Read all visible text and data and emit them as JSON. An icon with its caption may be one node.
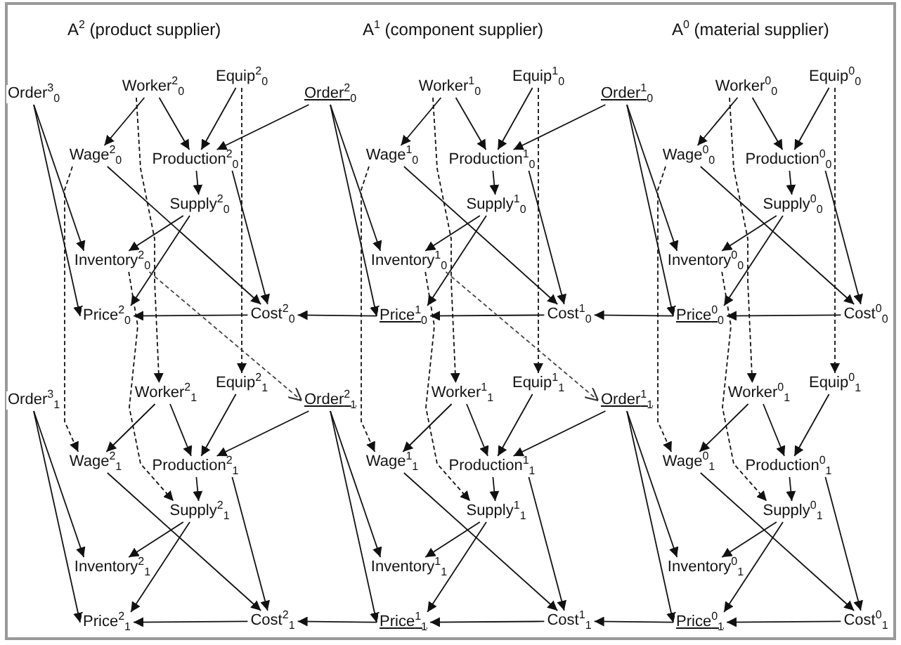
{
  "diagram": {
    "nodes": [
      {
        "text": [
          "Order$^{3}$$_{0}$"
        ]
      },
      {
        "text": [
          "Worker$^{2}$$_{0}$"
        ]
      },
      {
        "text": [
          "Equip$^{2}$$_{0}$"
        ]
      },
      {
        "text": [
          "Wage$^{2}$$_{0}$"
        ]
      },
      {
        "text": [
          "Production$^{2}$$_{0}$"
        ]
      },
      {
        "text": [
          "Supply$^{2}$$_{0}$"
        ]
      },
      {
        "text": [
          "Inventory$^{2}$$_{0}$"
        ]
      },
      {
        "text": [
          "Price$^{2}$$_{0}$"
        ]
      },
      {
        "text": [
          "Cost$^{2}$$_{0}$"
        ]
      },
      {
        "text": [
          "Order$^{2}$$_{0}$"
        ]
      },
      {
        "text": [
          "Worker$^{1}$$_{0}$"
        ]
      },
      {
        "text": [
          "Equip$^{1}$$_{0}$"
        ]
      },
      {
        "text": [
          "Wage$^{1}$$_{0}$"
        ]
      },
      {
        "text": [
          "Production$^{1}$$_{0}$"
        ]
      },
      {
        "text": [
          "Supply$^{1}$$_{0}$"
        ]
      },
      {
        "text": [
          "Inventory$^{1}$$_{0}$"
        ]
      },
      {
        "text": [
          "Price$^{1}$$_{0}$"
        ]
      },
      {
        "text": [
          "Cost$^{1}$$_{0}$"
        ]
      },
      {
        "text": [
          "Order$^{1}$$_{0}$"
        ]
      },
      {
        "text": [
          "Worker$^{0}$$_{0}$"
        ]
      },
      {
        "text": [
          "Equip$^{0}$$_{0}$"
        ]
      },
      {
        "text": [
          "Wage$^{0}$$_{0}$"
        ]
      },
      {
        "text": [
          "Production$^{0}$$_{0}$"
        ]
      },
      {
        "text": [
          "Supply$^{0}$$_{0}$"
        ]
      },
      {
        "text": [
          "Inventory$^{0}$$_{0}$"
        ]
      },
      {
        "text": [
          "Price$^{0}$$_{0}$"
        ]
      },
      {
        "text": [
          "Cost$^{0}$$_{0}$"
        ]
      },
      {
        "text": [
          "Order$^{3}$$_{1}$"
        ]
      },
      {
        "text": [
          "Worker$^{2}$$_{1}$"
        ]
      },
      {
        "text": [
          "Equip$^{2}$$_{1}$"
        ]
      },
      {
        "text": [
          "Wage$^{2}$$_{1}$"
        ]
      },
      {
        "text": [
          "Production$^{2}$$_{1}$"
        ]
      },
      {
        "text": [
          "Supply$^{2}$$_{1}$"
        ]
      },
      {
        "text": [
          "Inventory$^{2}$$_{1}$"
        ]
      },
      {
        "text": [
          "Price$^{2}$$_{1}$"
        ]
      },
      {
        "text": [
          "Cost$^{2}$$_{1}$"
        ]
      },
      {
        "text": [
          "Order$^{2}$$_{1}$"
        ]
      },
      {
        "text": [
          "Worker$^{1}$$_{1}$"
        ]
      },
      {
        "text": [
          "Equip$^{1}$$_{1}$"
        ]
      },
      {
        "text": [
          "Wage$^{1}$$_{1}$"
        ]
      },
      {
        "text": [
          "Production$^{1}$$_{1}$"
        ]
      },
      {
        "text": [
          "Supply$^{1}$$_{1}$"
        ]
      },
      {
        "text": [
          "Inventory$^{1}$$_{1}$"
        ]
      },
      {
        "text": [
          "Price$^{1}$$_{1}$"
        ]
      },
      {
        "text": [
          "Cost$^{1}$$_{1}$"
        ]
      },
      {
        "text": [
          "Order$^{1}$$_{1}$"
        ]
      },
      {
        "text": [
          "Worker$^{0}$$_{1}$"
        ]
      },
      {
        "text": [
          "Equip$^{0}$$_{1}$"
        ]
      },
      {
        "text": [
          "Wage$^{0}$$_{1}$"
        ]
      },
      {
        "text": [
          "Production$^{0}$$_{1}$"
        ]
      },
      {
        "text": [
          "Supply$^{0}$$_{1}$"
        ]
      },
      {
        "text": [
          "Inventory$^{0}$$_{1}$"
        ]
      },
      {
        "text": [
          "Price$^{0}$$_{1}$"
        ]
      },
      {
        "text": [
          "Cost$^{0}$$_{1}$"
        ]
      }
    ],
    "edges": [
      {
        "from": 0,
        "to": 6,
        "arrow": "to"
      },
      {
        "from": 0,
        "to": 7,
        "arrow": "to"
      },
      {
        "from": 1,
        "to": 3,
        "arrow": "to"
      },
      {
        "from": 1,
        "to": 4,
        "arrow": "to"
      },
      {
        "from": 2,
        "to": 4,
        "arrow": "to"
      },
      {
        "from": 4,
        "to": 5,
        "arrow": "to"
      },
      {
        "from": 4,
        "to": 8,
        "arrow": "to"
      },
      {
        "from": 5,
        "to": 6,
        "arrow": "to"
      },
      {
        "from": 5,
        "to": 7,
        "arrow": "to"
      },
      {
        "from": 3,
        "to": 8,
        "arrow": "to"
      },
      {
        "from": 8,
        "to": 7,
        "arrow": "to"
      },
      {
        "from": 9,
        "to": 15,
        "arrow": "to"
      },
      {
        "from": 9,
        "to": 16,
        "arrow": "to"
      },
      {
        "from": 10,
        "to": 12,
        "arrow": "to"
      },
      {
        "from": 10,
        "to": 13,
        "arrow": "to"
      },
      {
        "from": 11,
        "to": 13,
        "arrow": "to"
      },
      {
        "from": 13,
        "to": 14,
        "arrow": "to"
      },
      {
        "from": 13,
        "to": 17,
        "arrow": "to"
      },
      {
        "from": 14,
        "to": 15,
        "arrow": "to"
      },
      {
        "from": 14,
        "to": 16,
        "arrow": "to"
      },
      {
        "from": 12,
        "to": 17,
        "arrow": "to"
      },
      {
        "from": 17,
        "to": 16,
        "arrow": "to"
      },
      {
        "from": 18,
        "to": 24,
        "arrow": "to"
      },
      {
        "from": 18,
        "to": 25,
        "arrow": "to"
      },
      {
        "from": 19,
        "to": 21,
        "arrow": "to"
      },
      {
        "from": 19,
        "to": 22,
        "arrow": "to"
      },
      {
        "from": 20,
        "to": 22,
        "arrow": "to"
      },
      {
        "from": 22,
        "to": 23,
        "arrow": "to"
      },
      {
        "from": 22,
        "to": 26,
        "arrow": "to"
      },
      {
        "from": 23,
        "to": 24,
        "arrow": "to"
      },
      {
        "from": 23,
        "to": 25,
        "arrow": "to"
      },
      {
        "from": 21,
        "to": 26,
        "arrow": "to"
      },
      {
        "from": 26,
        "to": 25,
        "arrow": "to"
      },
      {
        "from": 27,
        "to": 33,
        "arrow": "to"
      },
      {
        "from": 27,
        "to": 34,
        "arrow": "to"
      },
      {
        "from": 28,
        "to": 30,
        "arrow": "to"
      },
      {
        "from": 28,
        "to": 31,
        "arrow": "to"
      },
      {
        "from": 29,
        "to": 31,
        "arrow": "to"
      },
      {
        "from": 31,
        "to": 32,
        "arrow": "to"
      },
      {
        "from": 31,
        "to": 35,
        "arrow": "to"
      },
      {
        "from": 32,
        "to": 33,
        "arrow": "to"
      },
      {
        "from": 32,
        "to": 34,
        "arrow": "to"
      },
      {
        "from": 30,
        "to": 35,
        "arrow": "to"
      },
      {
        "from": 35,
        "to": 34,
        "arrow": "to"
      },
      {
        "from": 36,
        "to": 42,
        "arrow": "to"
      },
      {
        "from": 36,
        "to": 43,
        "arrow": "to"
      },
      {
        "from": 37,
        "to": 39,
        "arrow": "to"
      },
      {
        "from": 37,
        "to": 40,
        "arrow": "to"
      },
      {
        "from": 38,
        "to": 40,
        "arrow": "to"
      },
      {
        "from": 40,
        "to": 41,
        "arrow": "to"
      },
      {
        "from": 40,
        "to": 44,
        "arrow": "to"
      },
      {
        "from": 41,
        "to": 42,
        "arrow": "to"
      },
      {
        "from": 41,
        "to": 43,
        "arrow": "to"
      },
      {
        "from": 39,
        "to": 44,
        "arrow": "to"
      },
      {
        "from": 44,
        "to": 43,
        "arrow": "to"
      },
      {
        "from": 45,
        "to": 51,
        "arrow": "to"
      },
      {
        "from": 45,
        "to": 52,
        "arrow": "to"
      },
      {
        "from": 46,
        "to": 48,
        "arrow": "to"
      },
      {
        "from": 46,
        "to": 49,
        "arrow": "to"
      },
      {
        "from": 47,
        "to": 49,
        "arrow": "to"
      },
      {
        "from": 49,
        "to": 50,
        "arrow": "to"
      },
      {
        "from": 49,
        "to": 53,
        "arrow": "to"
      },
      {
        "from": 50,
        "to": 51,
        "arrow": "to"
      },
      {
        "from": 50,
        "to": 52,
        "arrow": "to"
      },
      {
        "from": 48,
        "to": 53,
        "arrow": "to"
      },
      {
        "from": 53,
        "to": 52,
        "arrow": "to"
      },
      {
        "from": 16,
        "to": 8,
        "arrow": "to"
      },
      {
        "from": 25,
        "to": 17,
        "arrow": "to"
      },
      {
        "from": 43,
        "to": 35,
        "arrow": "to"
      },
      {
        "from": 52,
        "to": 44,
        "arrow": "to"
      },
      {
        "from": 9,
        "to": 4,
        "arrow": "to"
      },
      {
        "from": 18,
        "to": 13,
        "arrow": "to"
      },
      {
        "from": 36,
        "to": 31,
        "arrow": "to"
      },
      {
        "from": 45,
        "to": 40,
        "arrow": "to"
      },
      {
        "from": 1,
        "to": 28,
        "arrow": "to",
        "style": "dashed"
      },
      {
        "from": 2,
        "to": 29,
        "arrow": "to",
        "style": "dashed"
      },
      {
        "from": 3,
        "to": 30,
        "arrow": "to",
        "style": "dashed"
      },
      {
        "from": 6,
        "to": 32,
        "arrow": "to",
        "style": "dashed"
      },
      {
        "from": 10,
        "to": 37,
        "arrow": "to",
        "style": "dashed"
      },
      {
        "from": 11,
        "to": 38,
        "arrow": "to",
        "style": "dashed"
      },
      {
        "from": 12,
        "to": 39,
        "arrow": "to",
        "style": "dashed"
      },
      {
        "from": 15,
        "to": 41,
        "arrow": "to",
        "style": "dashed"
      },
      {
        "from": 19,
        "to": 46,
        "arrow": "to",
        "style": "dashed"
      },
      {
        "from": 20,
        "to": 47,
        "arrow": "to",
        "style": "dashed"
      },
      {
        "from": 21,
        "to": 48,
        "arrow": "to",
        "style": "dashed"
      },
      {
        "from": 24,
        "to": 50,
        "arrow": "to",
        "style": "dashed"
      },
      {
        "from": 6,
        "to": 36,
        "arrow": "to",
        "style": "dashed"
      },
      {
        "from": 15,
        "to": 45,
        "arrow": "to",
        "style": "dashed"
      }
    ],
    "labels": [
      "A$^{2}$ (product supplier)",
      "A$^{1}$ (component supplier)",
      "A$^{0}$ (material supplier)"
    ]
  }
}
